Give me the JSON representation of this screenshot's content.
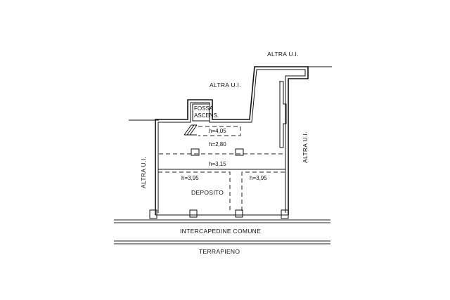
{
  "labels": {
    "altra_top_right": "ALTRA U.I.",
    "altra_top": "ALTRA U.I.",
    "altra_left": "ALTRA U.I.",
    "altra_right": "ALTRA U.I.",
    "fossa_line1": "FOSSA",
    "fossa_line2": "ASCENS.",
    "deposito": "DEPOSITO",
    "intercapedine": "INTERCAPEDINE COMUNE",
    "terrapieno": "TERRAPIENO"
  },
  "heights": {
    "h1": "h=4,05",
    "h2": "h=2,80",
    "h3": "h=3,15",
    "h4": "h=3,95",
    "h5": "h=3,95"
  }
}
